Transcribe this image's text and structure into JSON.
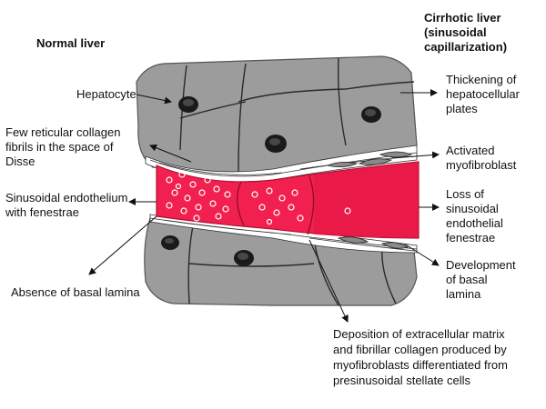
{
  "headers": {
    "left": "Normal liver",
    "right": [
      "Cirrhotic liver",
      "(sinusoidal",
      "capillarization)"
    ]
  },
  "labels_left": {
    "hepatocyte": "Hepatocyte",
    "collagen": [
      "Few reticular collagen",
      "fibrils in the space of",
      "Disse"
    ],
    "endothelium": [
      "Sinusoidal endothelium",
      "with fenestrae"
    ],
    "basal": "Absence of basal lamina"
  },
  "labels_right": {
    "thickening": [
      "Thickening of",
      "hepatocellular",
      "plates"
    ],
    "myofibroblast": [
      "Activated",
      "myofibroblast"
    ],
    "loss": [
      "Loss of",
      "sinusoidal",
      "endothelial",
      "fenestrae"
    ],
    "basal": [
      "Development",
      "of basal",
      "lamina"
    ]
  },
  "labels_bottom": {
    "deposition": [
      "Deposition of extracellular matrix",
      "and fibrillar collagen produced by",
      "myofibroblasts differentiated from",
      "presinusoidal stellate cells"
    ]
  },
  "colors": {
    "hepatocyte": "#9c9c9c",
    "sinusoid": "#f2204f",
    "sinusoid_dark": "#d8123c",
    "nucleus": "#1a1a1a",
    "outline": "#2a2a2a"
  }
}
